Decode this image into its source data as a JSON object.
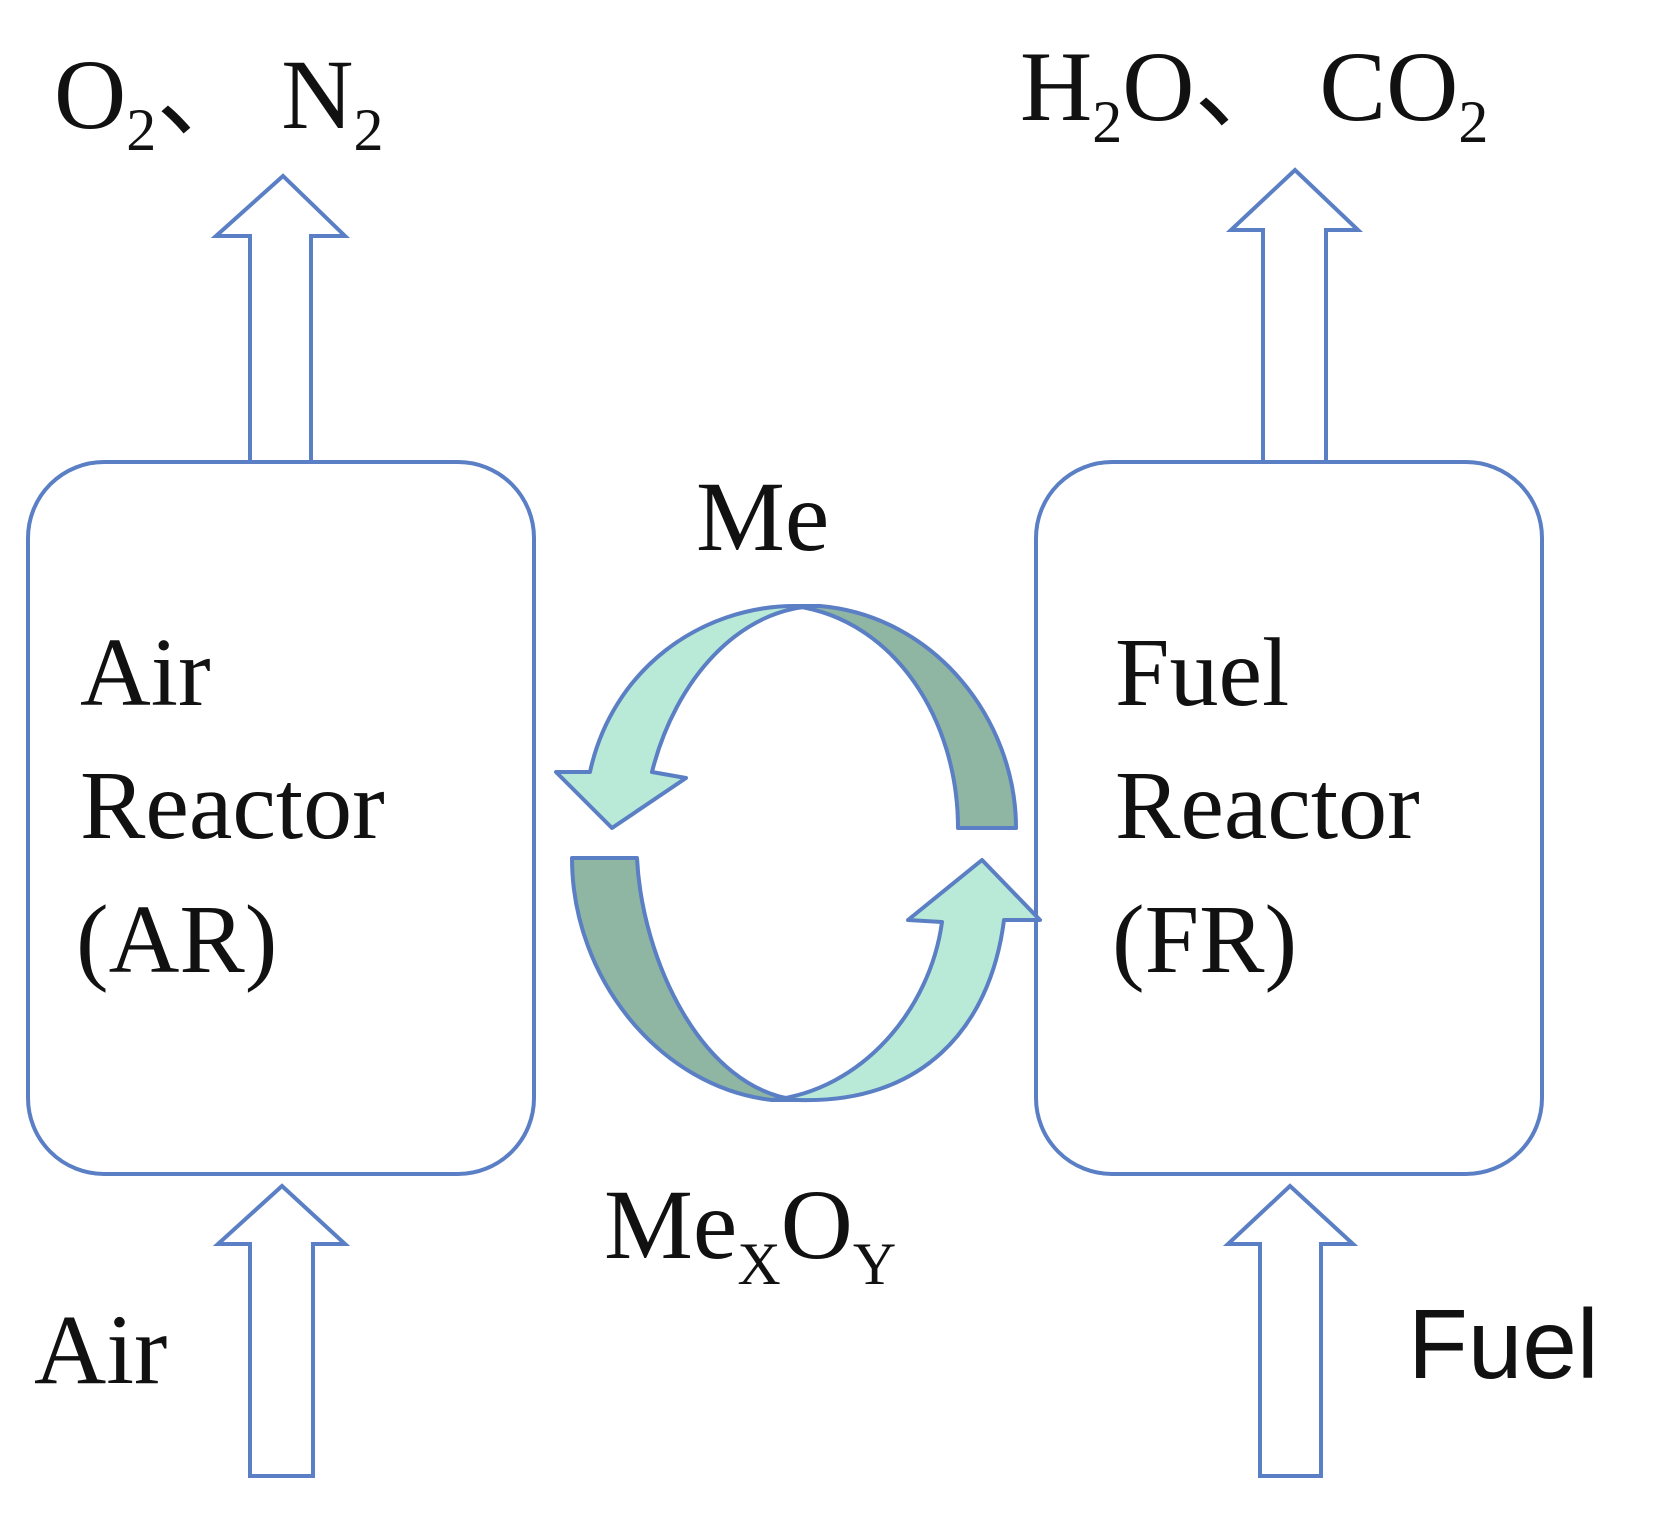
{
  "colors": {
    "outline": "#5b7fc4",
    "cycle_light": "#b9ead7",
    "cycle_dark": "#8fb5a3"
  },
  "outputs": {
    "air_reactor": {
      "text": "O",
      "sub1": "2",
      "sep": "、 N",
      "sub2": "2"
    },
    "fuel_reactor": {
      "t1": "H",
      "s1": "2",
      "t2": "O、 CO",
      "s2": "2"
    }
  },
  "inputs": {
    "air": "Air",
    "fuel": "Fuel"
  },
  "reactors": {
    "air": {
      "line1": "Air",
      "line2": "Reactor",
      "line3": "(AR)"
    },
    "fuel": {
      "line1": "Fuel",
      "line2": "Reactor",
      "line3": "(FR)"
    }
  },
  "cycle": {
    "top_label": "Me",
    "bottom_label": {
      "base": "Me",
      "sub1": "X",
      "mid": "O",
      "sub2": "Y"
    }
  }
}
